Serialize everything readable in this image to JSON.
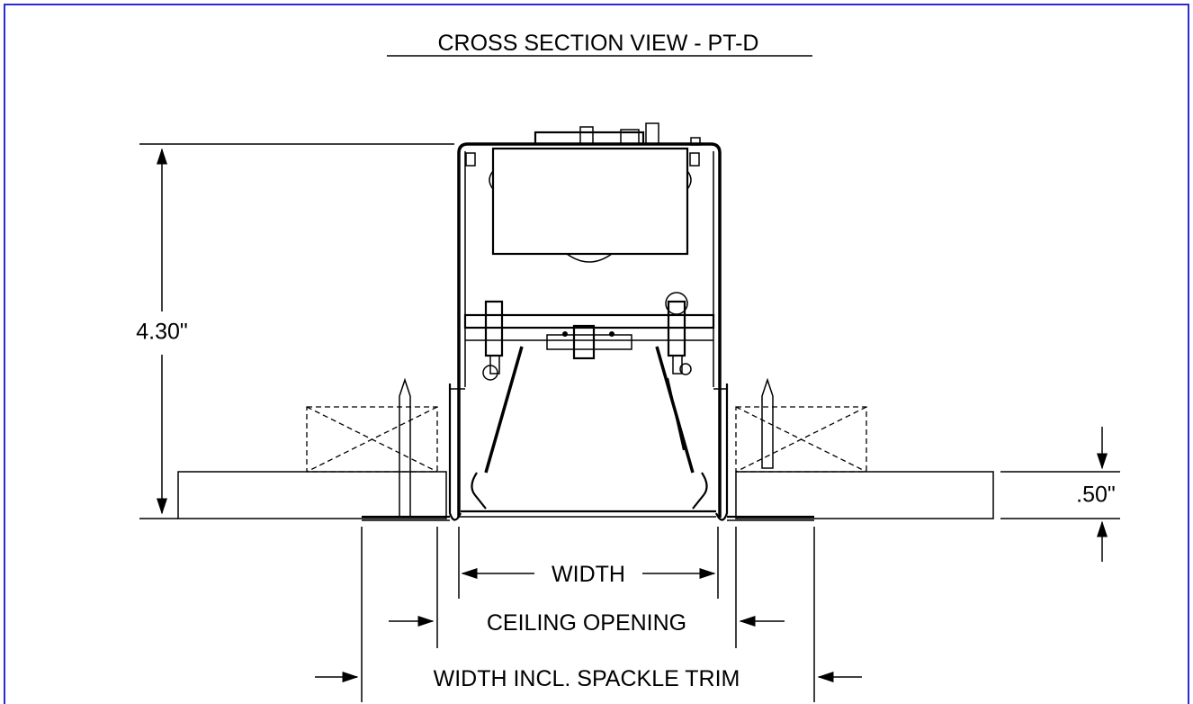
{
  "drawing": {
    "title": "CROSS SECTION VIEW - PT-D",
    "dimensions": {
      "height": "4.30\"",
      "ceiling_thickness": ".50\"",
      "width": "WIDTH",
      "ceiling_opening": "CEILING OPENING",
      "width_incl_trim": "WIDTH INCL. SPACKLE TRIM"
    }
  },
  "colors": {
    "frame": "#2a2ad6",
    "line": "#000000"
  }
}
